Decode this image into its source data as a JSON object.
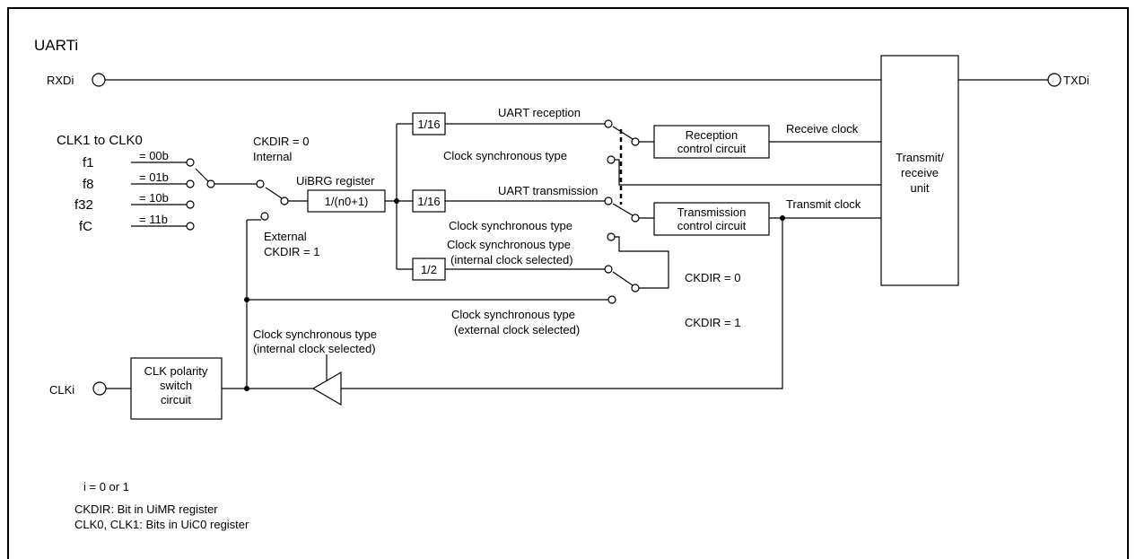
{
  "title": "UARTi",
  "pins": {
    "rxd": "RXDi",
    "txd": "TXDi",
    "clk": "CLKi"
  },
  "clock_select": {
    "heading": "CLK1 to CLK0",
    "sources": [
      {
        "name": "f1",
        "code": "= 00b"
      },
      {
        "name": "f8",
        "code": "= 01b"
      },
      {
        "name": "f32",
        "code": "= 10b"
      },
      {
        "name": "fC",
        "code": "= 11b"
      }
    ]
  },
  "labels": {
    "ckdir0": "CKDIR = 0",
    "internal": "Internal",
    "external": "External",
    "ckdir1": "CKDIR = 1",
    "uibrg": "UiBRG register",
    "uart_reception": "UART reception",
    "uart_transmission": "UART transmission",
    "cs_type": "Clock synchronous type",
    "cs_type2": "Clock synchronous type",
    "cs_int_1": "Clock synchronous type",
    "cs_int_2": "(internal clock selected)",
    "cs_ext_1": "Clock synchronous type",
    "cs_ext_2": "(external clock selected)",
    "ckdir0_right": "CKDIR = 0",
    "ckdir1_right": "CKDIR = 1",
    "receive_clock": "Receive clock",
    "transmit_clock": "Transmit clock",
    "cs_int_low_1": "Clock synchronous type",
    "cs_int_low_2": "(internal clock selected)"
  },
  "blocks": {
    "div_n": "1/(n0+1)",
    "div16a": "1/16",
    "div16b": "1/16",
    "div2": "1/2",
    "reception_1": "Reception",
    "reception_2": "control circuit",
    "transmission_1": "Transmission",
    "transmission_2": "control circuit",
    "trx_1": "Transmit/",
    "trx_2": "receive",
    "trx_3": "unit",
    "pol_1": "CLK polarity",
    "pol_2": "switch",
    "pol_3": "circuit"
  },
  "notes": [
    "i = 0 or 1",
    "CKDIR: Bit in UiMR register",
    "CLK0, CLK1: Bits in UiC0 register"
  ]
}
